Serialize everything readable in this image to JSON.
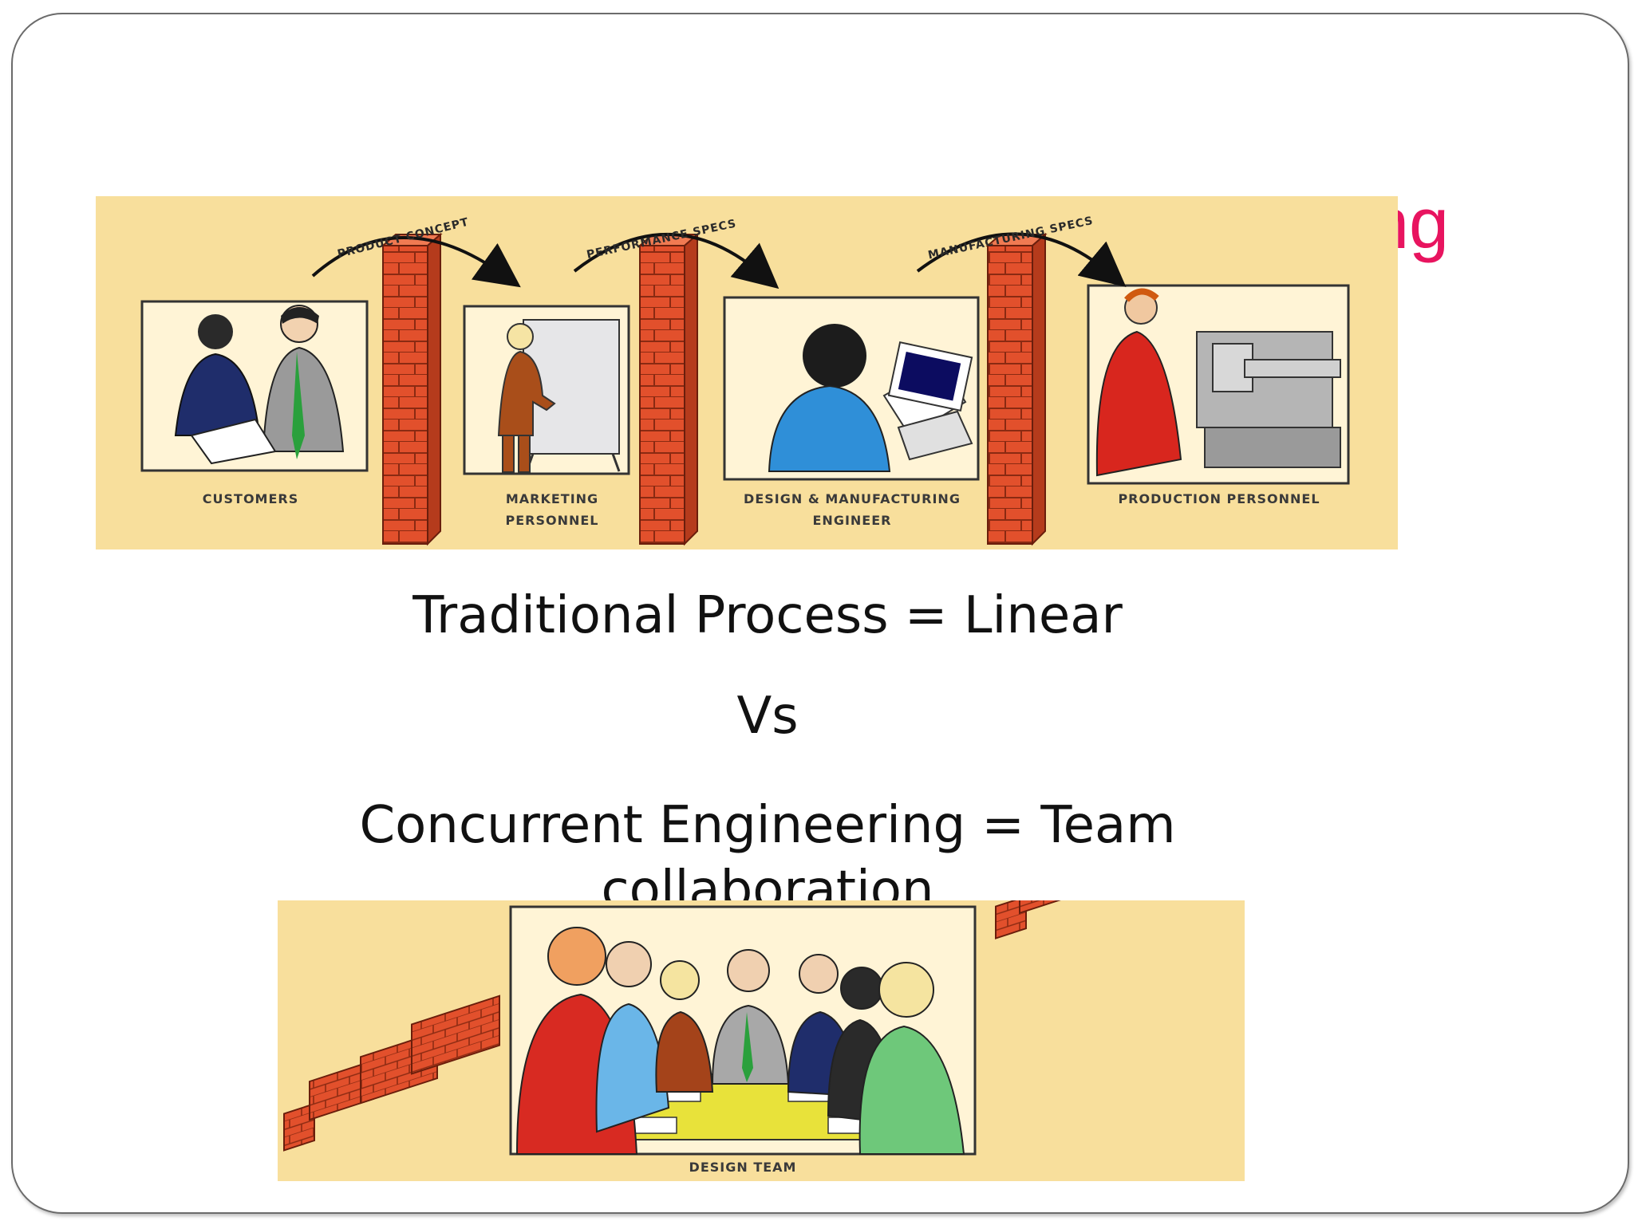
{
  "slide": {
    "title_fragment": "ng",
    "line1": "Traditional Process = Linear",
    "line2": "Vs",
    "line3": "Concurrent Engineering = Team",
    "line4": "collaboration"
  },
  "top_illustration": {
    "arrows": [
      "PRODUCT CONCEPT",
      "PERFORMANCE SPECS",
      "MANUFACTURING SPECS"
    ],
    "stages": {
      "customers": "CUSTOMERS",
      "marketing_1": "MARKETING",
      "marketing_2": "PERSONNEL",
      "design_1": "DESIGN & MANUFACTURING",
      "design_2": "ENGINEER",
      "production": "PRODUCTION PERSONNEL"
    }
  },
  "bottom_illustration": {
    "label": "DESIGN TEAM"
  },
  "colors": {
    "title_accent": "#e8145f",
    "panel_background": "#f8df9c",
    "brick": "#e2502c"
  }
}
